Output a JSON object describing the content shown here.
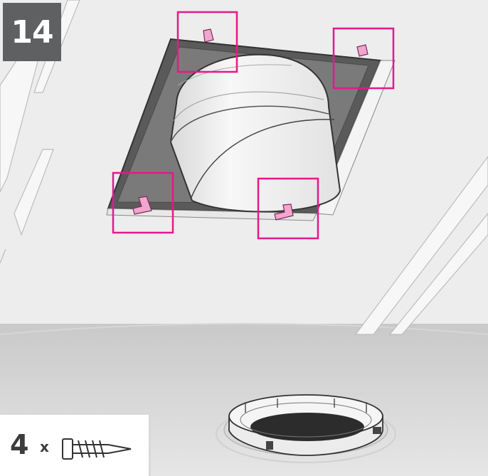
{
  "step": {
    "number": "14"
  },
  "quantity": {
    "count": "4",
    "multiplier": "x",
    "item_icon": "screw-icon"
  },
  "colors": {
    "highlight": "#e4198a",
    "bracket": "#f2a6cf",
    "badge": "#5f6062",
    "ceiling": "#ededed",
    "flange": "#5a5a5a"
  },
  "callouts": [
    "bracket-top-left",
    "bracket-top-right",
    "bracket-bottom-left",
    "bracket-bottom-right"
  ]
}
